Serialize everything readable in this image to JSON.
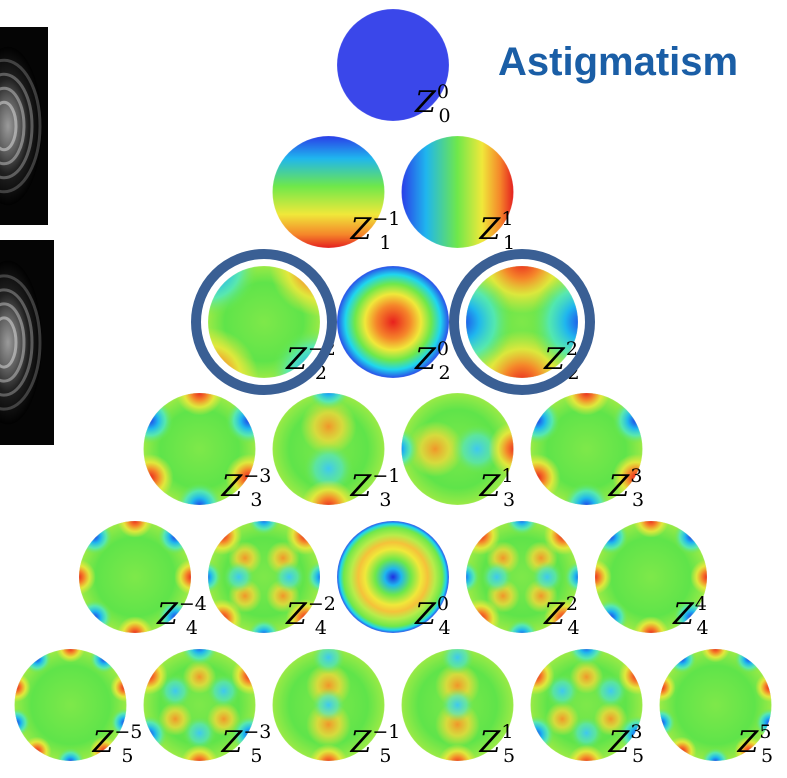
{
  "title": "Astigmatism",
  "colors": {
    "title": "#1a5ea6",
    "highlight_ring": "#3a5f94",
    "piston": "#3a47ea"
  },
  "pyramid": [
    [
      {
        "n": 0,
        "m": 0,
        "label": "Z",
        "sup": "0",
        "sub": "0",
        "pattern": "piston"
      }
    ],
    [
      {
        "n": 1,
        "m": -1,
        "label": "Z",
        "sup": "−1",
        "sub": "1",
        "pattern": "tilt-y"
      },
      {
        "n": 1,
        "m": 1,
        "label": "Z",
        "sup": "1",
        "sub": "1",
        "pattern": "tilt-x"
      }
    ],
    [
      {
        "n": 2,
        "m": -2,
        "label": "Z",
        "sup": "−2",
        "sub": "2",
        "pattern": "oblique-astigmatism",
        "highlighted": true
      },
      {
        "n": 2,
        "m": 0,
        "label": "Z",
        "sup": "0",
        "sub": "2",
        "pattern": "defocus"
      },
      {
        "n": 2,
        "m": 2,
        "label": "Z",
        "sup": "2",
        "sub": "2",
        "pattern": "vertical-astigmatism",
        "highlighted": true
      }
    ],
    [
      {
        "n": 3,
        "m": -3,
        "label": "Z",
        "sup": "−3",
        "sub": "3",
        "pattern": "trefoil"
      },
      {
        "n": 3,
        "m": -1,
        "label": "Z",
        "sup": "−1",
        "sub": "3",
        "pattern": "coma-y"
      },
      {
        "n": 3,
        "m": 1,
        "label": "Z",
        "sup": "1",
        "sub": "3",
        "pattern": "coma-x"
      },
      {
        "n": 3,
        "m": 3,
        "label": "Z",
        "sup": "3",
        "sub": "3",
        "pattern": "trefoil"
      }
    ],
    [
      {
        "n": 4,
        "m": -4,
        "label": "Z",
        "sup": "−4",
        "sub": "4",
        "pattern": "tetrafoil"
      },
      {
        "n": 4,
        "m": -2,
        "label": "Z",
        "sup": "−2",
        "sub": "4",
        "pattern": "secondary-astigmatism"
      },
      {
        "n": 4,
        "m": 0,
        "label": "Z",
        "sup": "0",
        "sub": "4",
        "pattern": "spherical"
      },
      {
        "n": 4,
        "m": 2,
        "label": "Z",
        "sup": "2",
        "sub": "4",
        "pattern": "secondary-astigmatism"
      },
      {
        "n": 4,
        "m": 4,
        "label": "Z",
        "sup": "4",
        "sub": "4",
        "pattern": "tetrafoil"
      }
    ],
    [
      {
        "n": 5,
        "m": -5,
        "label": "Z",
        "sup": "−5",
        "sub": "5",
        "pattern": "pentafoil"
      },
      {
        "n": 5,
        "m": -3,
        "label": "Z",
        "sup": "−3",
        "sub": "5",
        "pattern": "secondary-trefoil"
      },
      {
        "n": 5,
        "m": -1,
        "label": "Z",
        "sup": "−1",
        "sub": "5",
        "pattern": "secondary-coma"
      },
      {
        "n": 5,
        "m": 1,
        "label": "Z",
        "sup": "1",
        "sub": "5",
        "pattern": "secondary-coma"
      },
      {
        "n": 5,
        "m": 3,
        "label": "Z",
        "sup": "3",
        "sub": "5",
        "pattern": "secondary-trefoil"
      },
      {
        "n": 5,
        "m": 5,
        "label": "Z",
        "sup": "5",
        "sub": "5",
        "pattern": "pentafoil"
      }
    ]
  ],
  "side_images": [
    {
      "name": "interferogram-top"
    },
    {
      "name": "interferogram-bottom"
    }
  ]
}
